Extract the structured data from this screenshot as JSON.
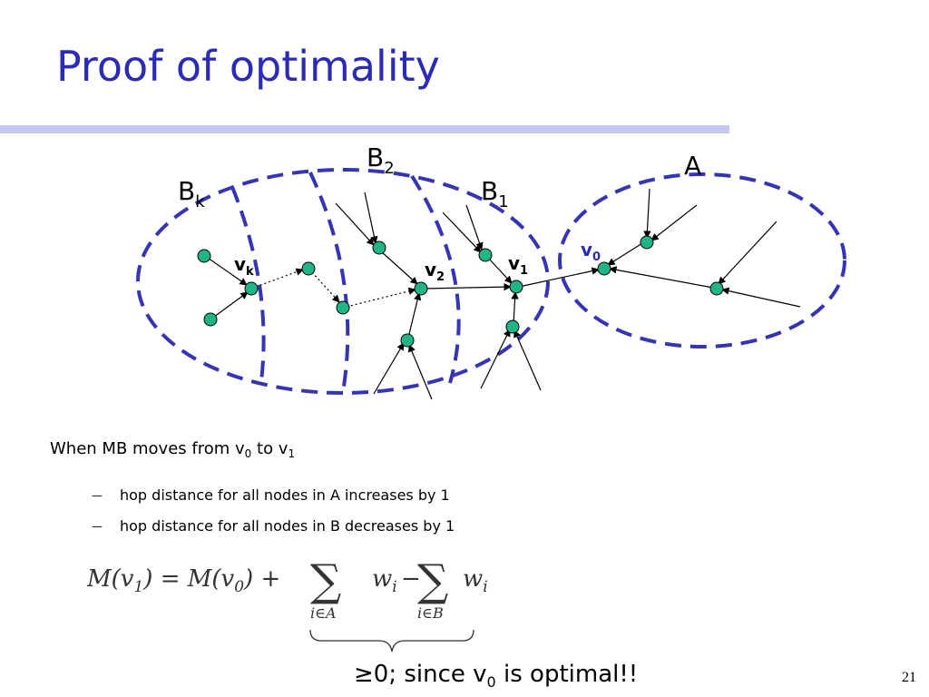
{
  "title": "Proof of optimality",
  "diagram": {
    "regions": {
      "a": "A",
      "b1_base": "B",
      "b1_sub": "1",
      "b2_base": "B",
      "b2_sub": "2",
      "bk_base": "B",
      "bk_sub": "k"
    },
    "vertices": {
      "v0_base": "v",
      "v0_sub": "0",
      "v1_base": "v",
      "v1_sub": "1",
      "v2_base": "v",
      "v2_sub": "2",
      "vk_base": "v",
      "vk_sub": "k"
    },
    "colors": {
      "ellipse": "#3434b4",
      "node_fill": "#21b486",
      "v0_label": "#2b2bb5"
    }
  },
  "caption": {
    "prefix": "When MB moves from v",
    "from_sub": "0",
    "middle": " to v",
    "to_sub": "1"
  },
  "bullets": [
    {
      "marker": "—",
      "text": "hop distance for all nodes in A increases by 1"
    },
    {
      "marker": "—",
      "text": "hop distance for all nodes in B decreases by 1"
    }
  ],
  "formula": {
    "lhs": "M(v",
    "lhs_sub": "1",
    "eq": ")  =  M(v",
    "eq_sub": "0",
    "plus": ")  +",
    "sum_symbol": "∑",
    "term": "w",
    "term_sub": "i",
    "minus": "−",
    "sum1_limit": "i∈A",
    "sum2_limit": "i∈B"
  },
  "note": {
    "prefix": "≥0; since v",
    "sub": "0",
    "suffix": " is optimal!!"
  },
  "page_number": "21"
}
